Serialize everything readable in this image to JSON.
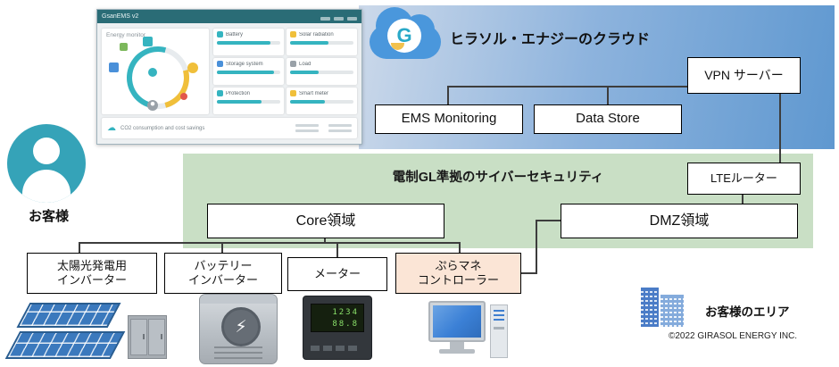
{
  "colors": {
    "cloud_region_blue": "#5f98d0",
    "security_region_green": "#c9dfc5",
    "controller_highlight": "#fbe5d6",
    "brand_cloud_blue": "#4a97dc",
    "avatar_teal": "#35a3b8",
    "dashboard_accent_teal": "#35b4c0",
    "building_blue": "#4a7cc7"
  },
  "cloud_region": {
    "title": "ヒラソル・エナジーのクラウド",
    "logo_letter": "G"
  },
  "security_region": {
    "title": "電制GL準拠のサイバーセキュリティ"
  },
  "customer": {
    "label": "お客様",
    "area_label": "お客様のエリア",
    "copyright": "©2022 GIRASOL ENERGY INC."
  },
  "nodes": {
    "ems_monitoring": "EMS Monitoring",
    "data_store": "Data Store",
    "vpn_server": "VPN サーバー",
    "lte_router": "LTEルーター",
    "core_domain": "Core領域",
    "dmz_domain": "DMZ領域",
    "solar_inverter": "太陽光発電用\nインバーター",
    "battery_inverter": "バッテリー\nインバーター",
    "meter": "メーター",
    "plamane_controller": "ぷらマネ\nコントローラー"
  },
  "devices": {
    "meter_display": "1234\n88.8"
  },
  "dashboard": {
    "app_title": "GsanEMS v2",
    "left_panel_title": "Energy monitor",
    "cards": [
      {
        "label": "Battery"
      },
      {
        "label": "Solar radiation"
      },
      {
        "label": "Storage system"
      },
      {
        "label": "Load"
      },
      {
        "label": "Protection"
      },
      {
        "label": "Smart meter"
      }
    ],
    "footer_note": "CO2 consumption and cost savings"
  }
}
